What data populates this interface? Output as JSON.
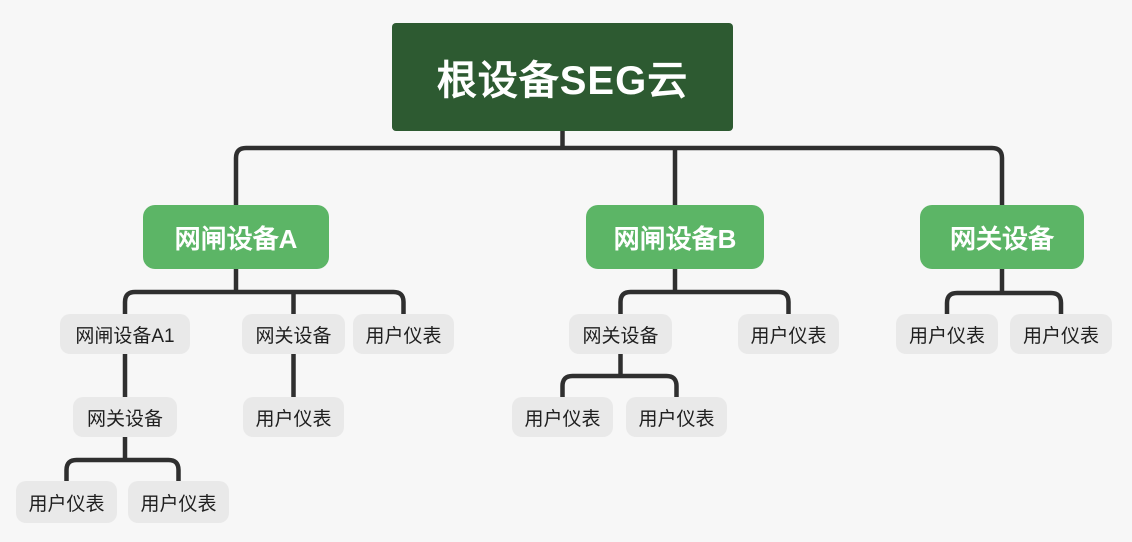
{
  "style": {
    "page_background": "#f7f7f7",
    "root_node_color": "#2d5a31",
    "branch_node_color": "#5cb566",
    "leaf_node_color": "#e9e9e9",
    "root_text_color": "#ffffff",
    "leaf_text_color": "#1f1f1f",
    "connector_color": "#2f2f2f"
  },
  "tree": {
    "root": {
      "label": "根设备SEG云",
      "children": [
        {
          "label": "网闸设备A",
          "children": [
            {
              "label": "网闸设备A1",
              "children": [
                {
                  "label": "网关设备",
                  "children": [
                    {
                      "label": "用户仪表"
                    },
                    {
                      "label": "用户仪表"
                    }
                  ]
                }
              ]
            },
            {
              "label": "网关设备",
              "children": [
                {
                  "label": "用户仪表"
                }
              ]
            },
            {
              "label": "用户仪表"
            }
          ]
        },
        {
          "label": "网闸设备B",
          "children": [
            {
              "label": "网关设备",
              "children": [
                {
                  "label": "用户仪表"
                },
                {
                  "label": "用户仪表"
                }
              ]
            },
            {
              "label": "用户仪表"
            }
          ]
        },
        {
          "label": "网关设备",
          "children": [
            {
              "label": "用户仪表"
            },
            {
              "label": "用户仪表"
            }
          ]
        }
      ]
    }
  }
}
